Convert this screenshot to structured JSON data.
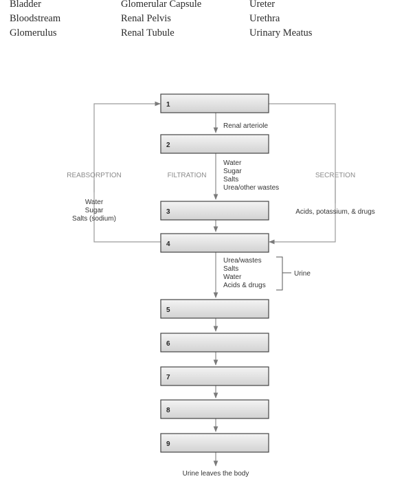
{
  "word_bank": {
    "col1": [
      "Bladder",
      "Bloodstream",
      "Glomerulus"
    ],
    "col2": [
      "Glomerular Capsule",
      "Renal Pelvis",
      "Renal Tubule"
    ],
    "col3": [
      "Ureter",
      "Urethra",
      "Urinary Meatus"
    ]
  },
  "diagram": {
    "boxes": [
      "1",
      "2",
      "3",
      "4",
      "5",
      "6",
      "7",
      "8",
      "9"
    ],
    "renal_arteriole": "Renal arteriole",
    "filtration": {
      "label": "FILTRATION",
      "items": [
        "Water",
        "Sugar",
        "Salts",
        "Urea/other wastes"
      ]
    },
    "reabsorption": {
      "label": "REABSORPTION",
      "items": [
        "Water",
        "Sugar",
        "Salts (sodium)"
      ]
    },
    "secretion": {
      "label": "SECRETION",
      "items": [
        "Acids, potassium, & drugs"
      ]
    },
    "urine_components": [
      "Urea/wastes",
      "Salts",
      "Water",
      "Acids & drugs"
    ],
    "urine_label": "Urine",
    "footer": "Urine leaves the body"
  }
}
